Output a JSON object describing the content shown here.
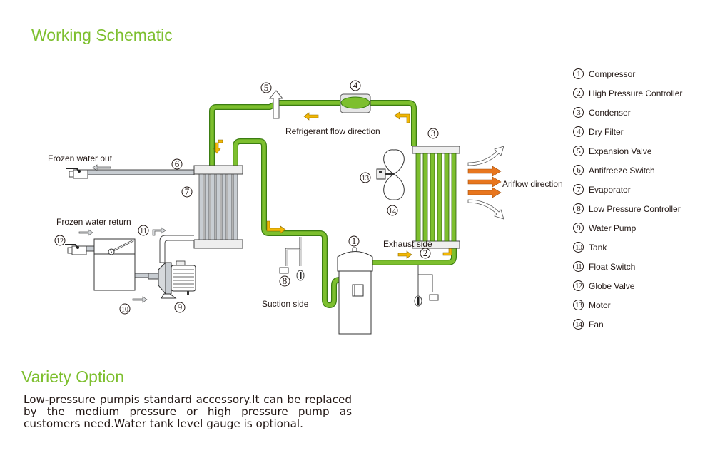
{
  "headings": {
    "schematic": "Working Schematic",
    "variety": "Variety Option"
  },
  "description": "Low-pressure pumpis standard accessory.It can be replaced by the medium pressure or high pressure pump as customers need.Water tank level gauge is optional.",
  "colors": {
    "heading": "#7dbf2e",
    "refrigerant_pipe": "#7dbf2e",
    "flow_arrow": "#f2b705",
    "airflow_arrow": "#e8761e",
    "water_pipe": "#c8ccd0"
  },
  "diagram": {
    "labels": {
      "refrigerant_flow": "Refrigerant flow direction",
      "frozen_water_out": "Frozen water out",
      "frozen_water_return": "Frozen water return",
      "airflow": "Ariflow direction",
      "exhaust_side": "Exhaust side",
      "suction_side": "Suction side"
    },
    "callouts": {
      "compressor": "1",
      "high_pressure": "2",
      "condenser": "3",
      "dry_filter": "4",
      "expansion_valve": "5",
      "antifreeze": "6",
      "evaporator": "7",
      "low_pressure": "8",
      "water_pump": "9",
      "tank": "10",
      "float_switch": "11",
      "globe_valve": "12",
      "motor": "13",
      "fan": "14"
    }
  },
  "legend": [
    {
      "num": "1",
      "label": "Compressor"
    },
    {
      "num": "2",
      "label": "High Pressure Controller"
    },
    {
      "num": "3",
      "label": "Condenser"
    },
    {
      "num": "4",
      "label": "Dry Filter"
    },
    {
      "num": "5",
      "label": "Expansion Valve"
    },
    {
      "num": "6",
      "label": "Antifreeze Switch"
    },
    {
      "num": "7",
      "label": "Evaporator"
    },
    {
      "num": "8",
      "label": "Low Pressure Controller"
    },
    {
      "num": "9",
      "label": "Water Pump"
    },
    {
      "num": "10",
      "label": "Tank"
    },
    {
      "num": "11",
      "label": "Float Switch"
    },
    {
      "num": "12",
      "label": "Globe Valve"
    },
    {
      "num": "13",
      "label": "Motor"
    },
    {
      "num": "14",
      "label": "Fan"
    }
  ]
}
